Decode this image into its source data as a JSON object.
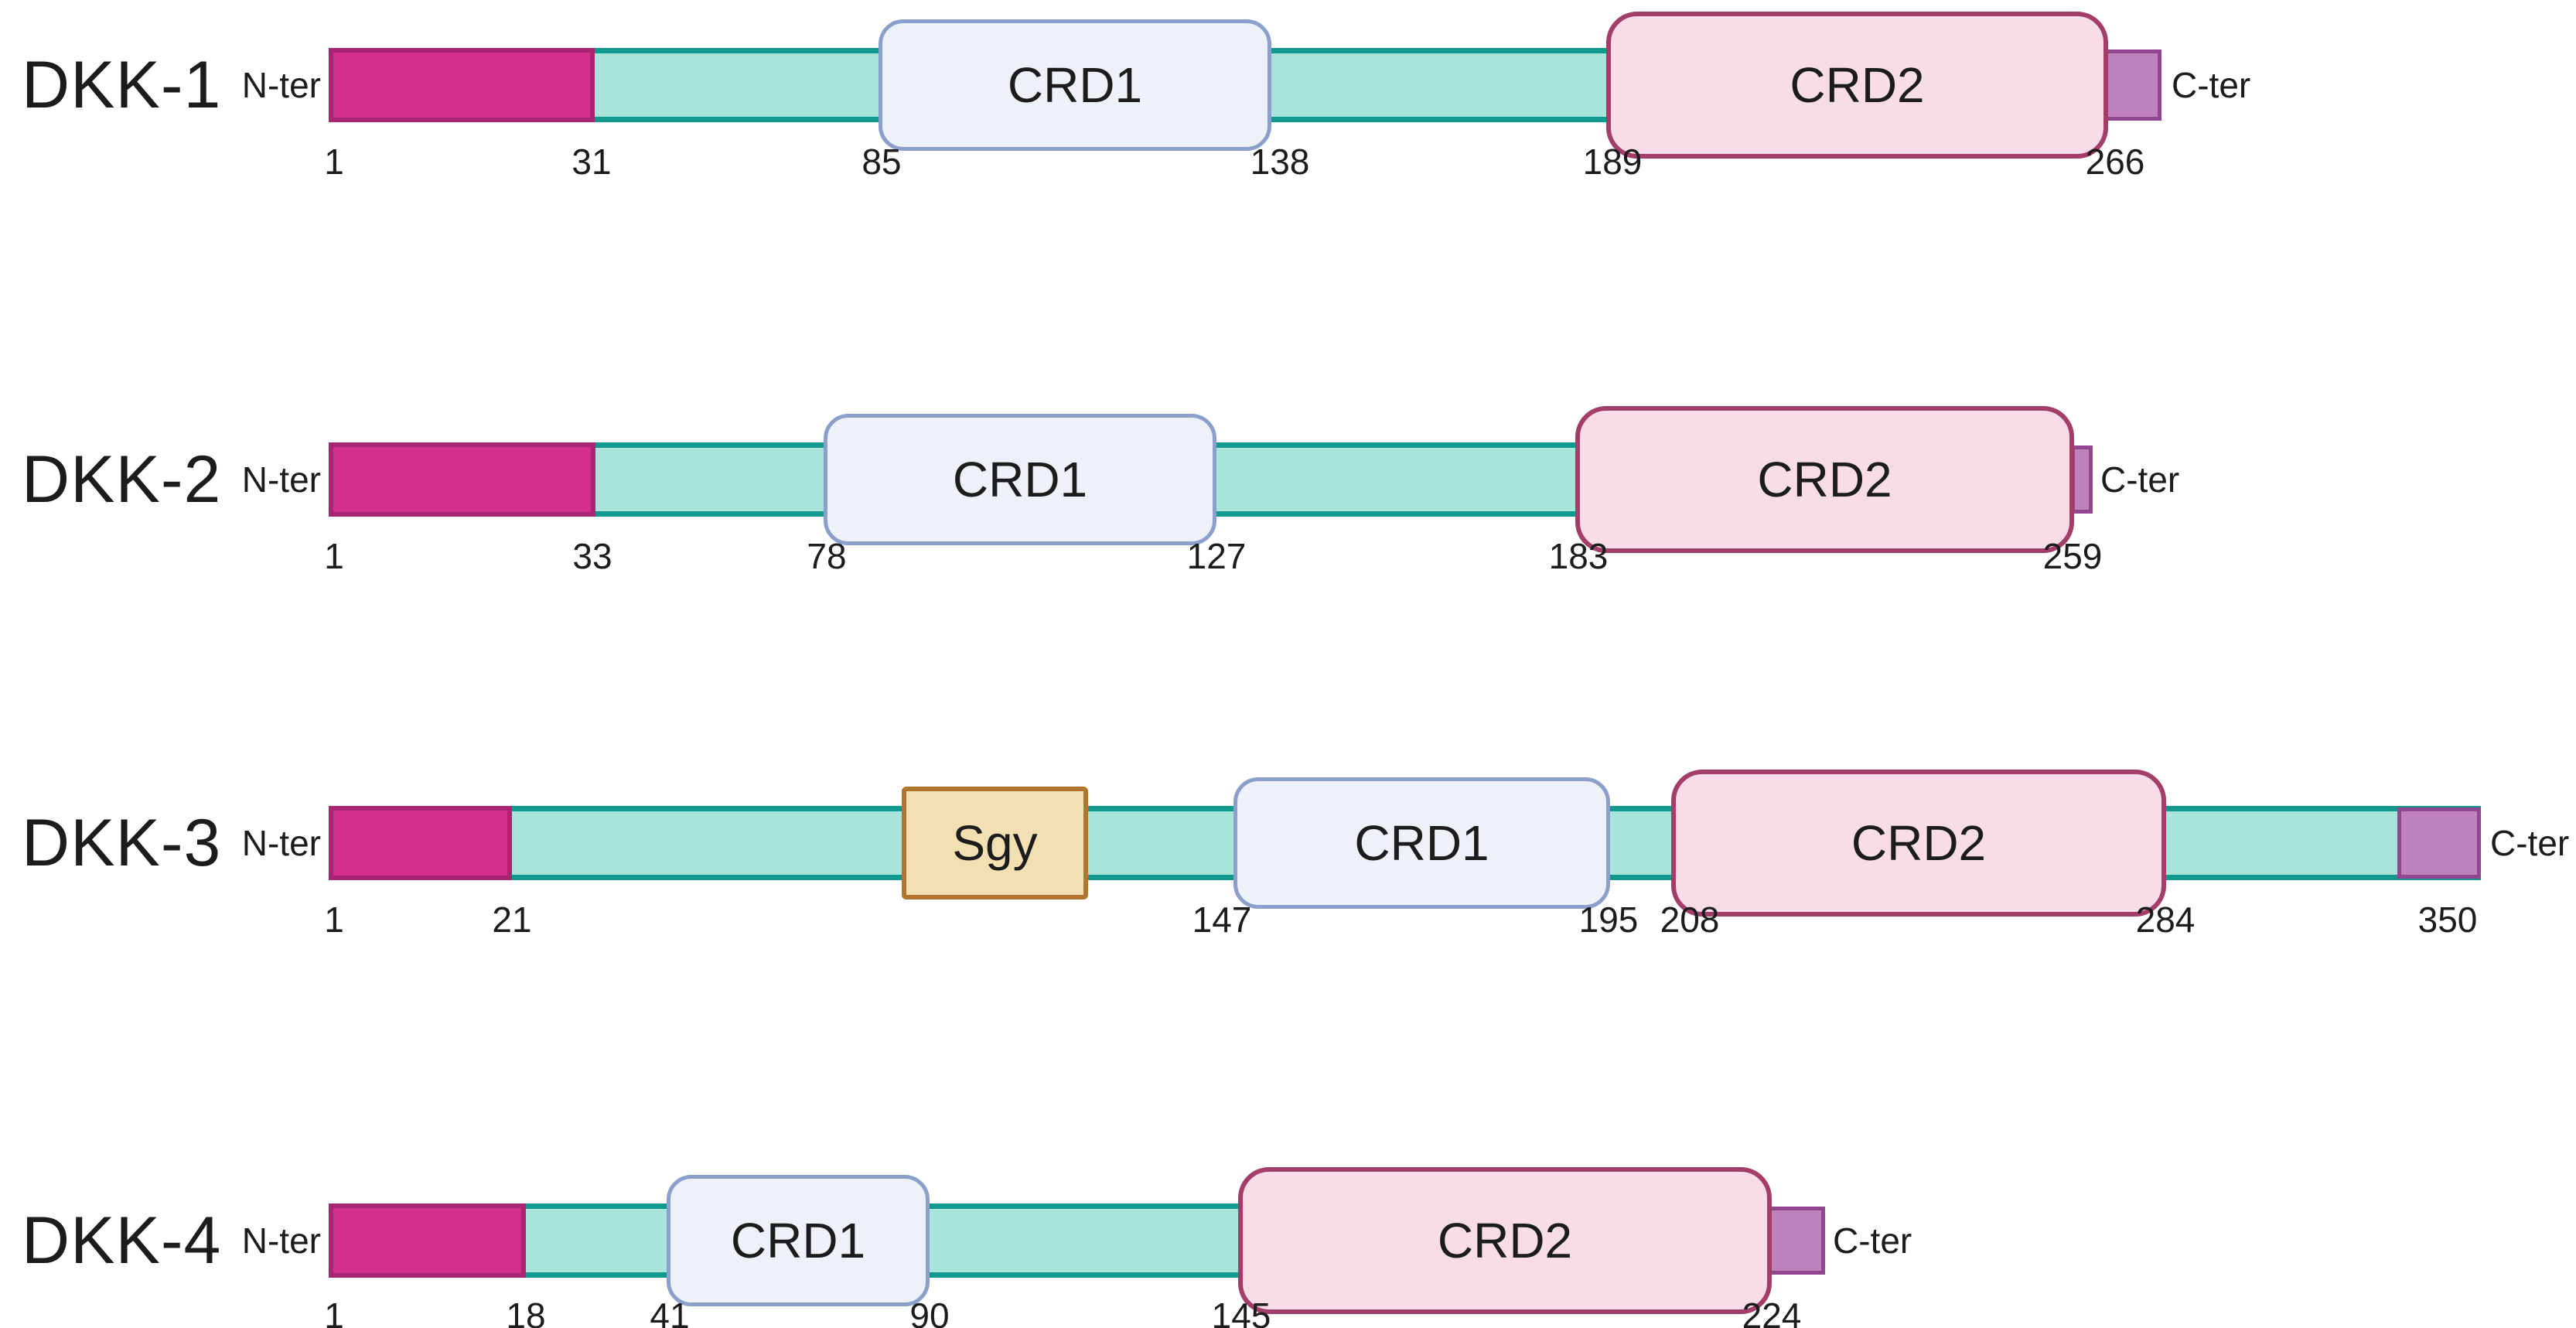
{
  "figure": {
    "colors": {
      "teal_fill": "#a9e4dc",
      "teal_border": "#12998f",
      "signal_fill": "#d3308a",
      "signal_border": "#a82572",
      "crd1_fill": "#edf1f8",
      "crd1_border": "#8c9fcb",
      "crd2_fill": "#f8dce8",
      "crd2_border": "#a23e68",
      "sgy_fill": "#f2e0b2",
      "sgy_border": "#b0762d",
      "cter_fill": "#bf82bc",
      "cter_border": "#90478f",
      "text": "#1c1c1c"
    },
    "proteins": [
      {
        "name": "DKK-1",
        "n_ter": "N-ter",
        "c_ter": "C-ter",
        "domains": [
          {
            "label": "CRD1"
          },
          {
            "label": "CRD2"
          }
        ],
        "ticks": [
          "1",
          "31",
          "85",
          "138",
          "189",
          "266"
        ]
      },
      {
        "name": "DKK-2",
        "n_ter": "N-ter",
        "c_ter": "C-ter",
        "domains": [
          {
            "label": "CRD1"
          },
          {
            "label": "CRD2"
          }
        ],
        "ticks": [
          "1",
          "33",
          "78",
          "127",
          "183",
          "259"
        ]
      },
      {
        "name": "DKK-3",
        "n_ter": "N-ter",
        "c_ter": "C-ter",
        "domains": [
          {
            "label": "Sgy"
          },
          {
            "label": "CRD1"
          },
          {
            "label": "CRD2"
          }
        ],
        "ticks": [
          "1",
          "21",
          "147",
          "195",
          "208",
          "284",
          "350"
        ]
      },
      {
        "name": "DKK-4",
        "n_ter": "N-ter",
        "c_ter": "C-ter",
        "domains": [
          {
            "label": "CRD1"
          },
          {
            "label": "CRD2"
          }
        ],
        "ticks": [
          "1",
          "18",
          "41",
          "90",
          "145",
          "224"
        ]
      }
    ]
  }
}
